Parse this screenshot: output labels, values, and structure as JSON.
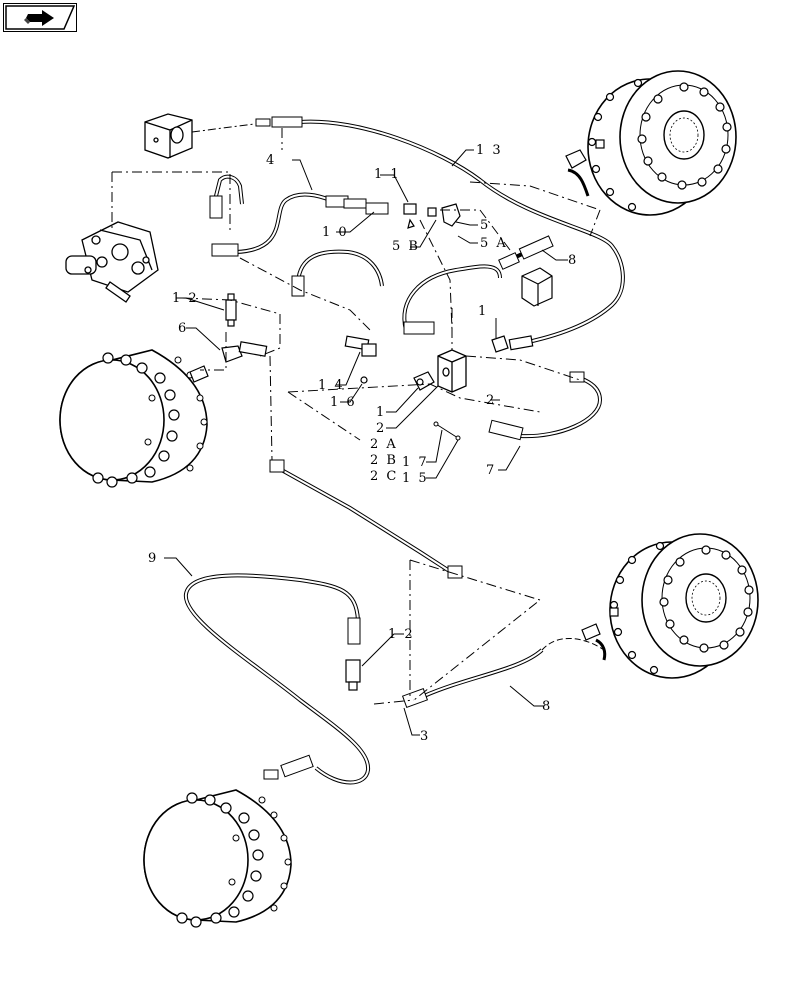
{
  "navigation": {
    "icon": "next-page-arrow-icon"
  },
  "callouts": {
    "c1": "1",
    "c1b": "1",
    "c2": "2",
    "c2b": "2",
    "c2a": "2 A",
    "c2bb": "2 B",
    "c2c": "2 C",
    "c3": "3",
    "c4": "4",
    "c5": "5",
    "c5a": "5 A",
    "c5b": "5 B",
    "c6": "6",
    "c7": "7",
    "c8": "8",
    "c8b": "8",
    "c9": "9",
    "c10": "1 0",
    "c11": "1 1",
    "c12": "1 2",
    "c12b": "1 2",
    "c13": "1 3",
    "c14": "1 4",
    "c15": "1 5",
    "c16": "1 6",
    "c17": "1 7"
  }
}
